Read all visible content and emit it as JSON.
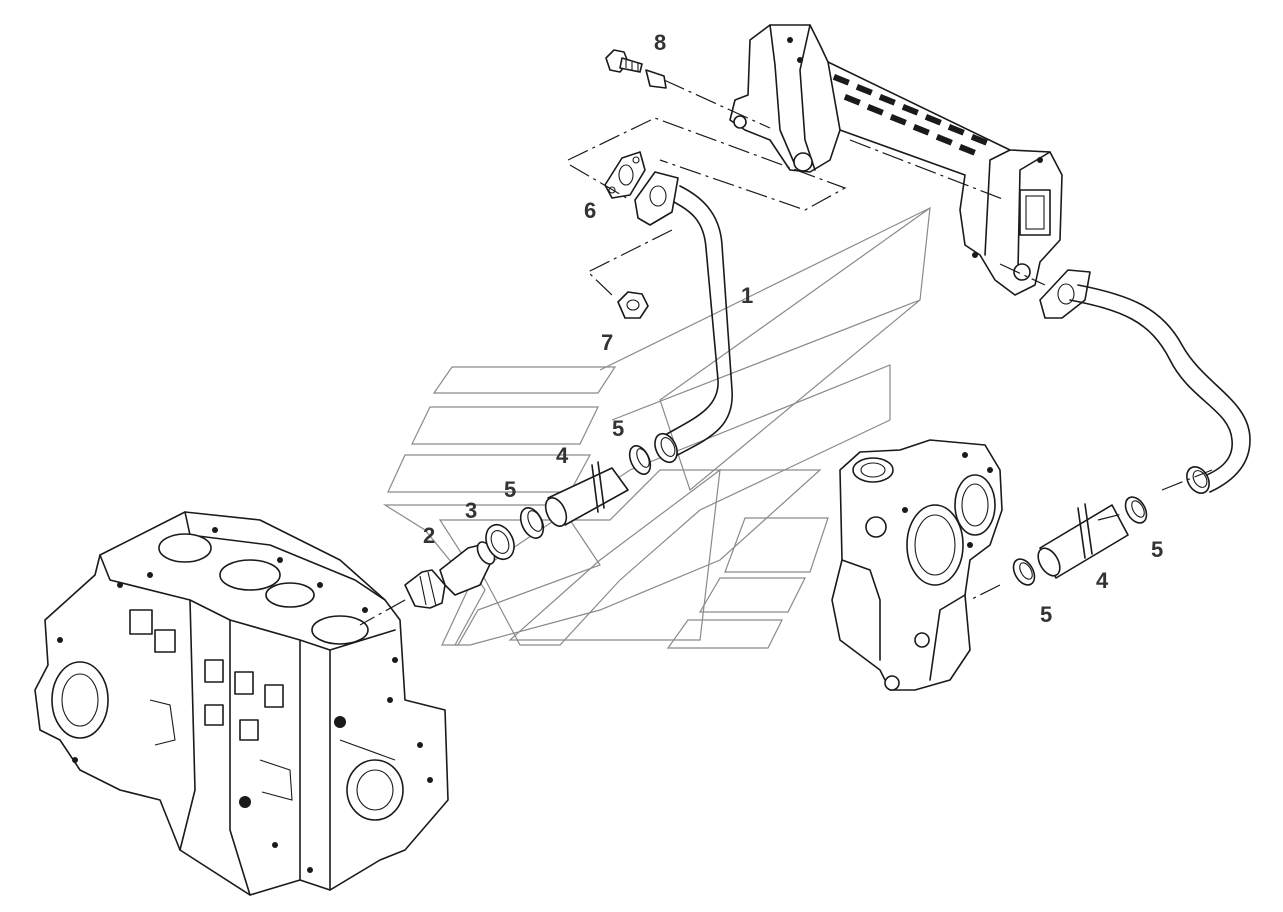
{
  "callouts": [
    {
      "id": "c1",
      "label": "1"
    },
    {
      "id": "c2",
      "label": "2"
    },
    {
      "id": "c3",
      "label": "3"
    },
    {
      "id": "c4a",
      "label": "4"
    },
    {
      "id": "c4b",
      "label": "4"
    },
    {
      "id": "c5a",
      "label": "5"
    },
    {
      "id": "c5b",
      "label": "5"
    },
    {
      "id": "c5c",
      "label": "5"
    },
    {
      "id": "c5d",
      "label": "5"
    },
    {
      "id": "c6",
      "label": "6"
    },
    {
      "id": "c7",
      "label": "7"
    },
    {
      "id": "c8",
      "label": "8"
    }
  ],
  "colors": {
    "ink": "#1a1a1a",
    "label": "#333333",
    "watermark": "#8a8a8a",
    "paper": "#ffffff"
  }
}
